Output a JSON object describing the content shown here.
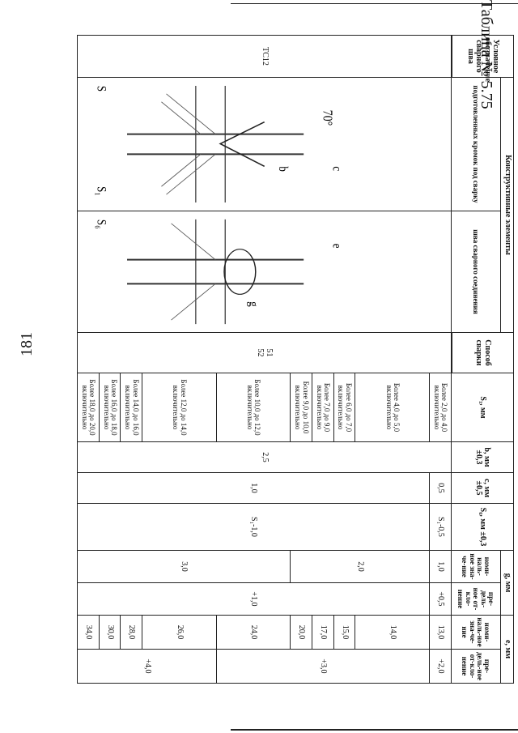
{
  "page": {
    "number": "181",
    "caption": "Таблица № 5.75"
  },
  "table": {
    "col_designation": "Условное обозначение сварного шва",
    "col_elements": "Конструктивные элементы",
    "col_prepared": "подготовленных кромок под сварку",
    "col_seam": "шва сварного соединения",
    "col_method": "Способ сварки",
    "col_s1": "S₁, мм",
    "col_b": "b, мм ±0,3",
    "col_c": "c, мм ±0,5",
    "col_sb": "S₆, мм ±0,3",
    "col_g": "g, мм",
    "col_e": "e, мм",
    "sub_nominal": "номи-наль-ное зна-че-ние",
    "sub_limit": "пре-дель-ное от-кло-нение",
    "designation": "ТС12",
    "method1": "51",
    "method2": "52",
    "b_value": "2,5",
    "c_top": "0,5",
    "c_bottom": "1,0",
    "sb_top": "S₁-0,5",
    "sb_bottom": "S₁-1,0",
    "g_nom_1": "1,0",
    "g_nom_2": "2,0",
    "g_nom_3": "3,0",
    "g_lim_1": "+0,5",
    "g_lim_2": "+1,0",
    "e_lim_1": "+2,0",
    "e_lim_2": "+3,0",
    "e_lim_3": "+4,0",
    "rows": [
      {
        "s1": "Более 2,0 до 4,0 включительно",
        "e_nom": "13,0"
      },
      {
        "s1": "Более 4,0 до 5,0 включительно",
        "e_nom": "14,0"
      },
      {
        "s1": "Более 6,0 до 7,0 включительно",
        "e_nom": "15,0"
      },
      {
        "s1": "Более 7,0 до 9,0 включительно",
        "e_nom": "17,0"
      },
      {
        "s1": "Более 9,0 до 10,0 включительно",
        "e_nom": "20,0"
      },
      {
        "s1": "Более 10,0 до 12,0 включительно",
        "e_nom": "24,0"
      },
      {
        "s1": "Более 12,0 до 14,0 включительно",
        "e_nom": "26,0"
      },
      {
        "s1": "Более 14,0 до 16,0 включительно",
        "e_nom": "28,0"
      },
      {
        "s1": "Более 16,0 до 18,0 включительно",
        "e_nom": "30,0"
      },
      {
        "s1": "Более 18,0 до 20,0 включительно",
        "e_nom": "34,0"
      }
    ],
    "sketch_labels": {
      "angle": "70°",
      "c": "c",
      "b": "b",
      "s": "S",
      "s1": "S₁",
      "e": "e",
      "g": "g",
      "s_b": "S₆"
    }
  }
}
